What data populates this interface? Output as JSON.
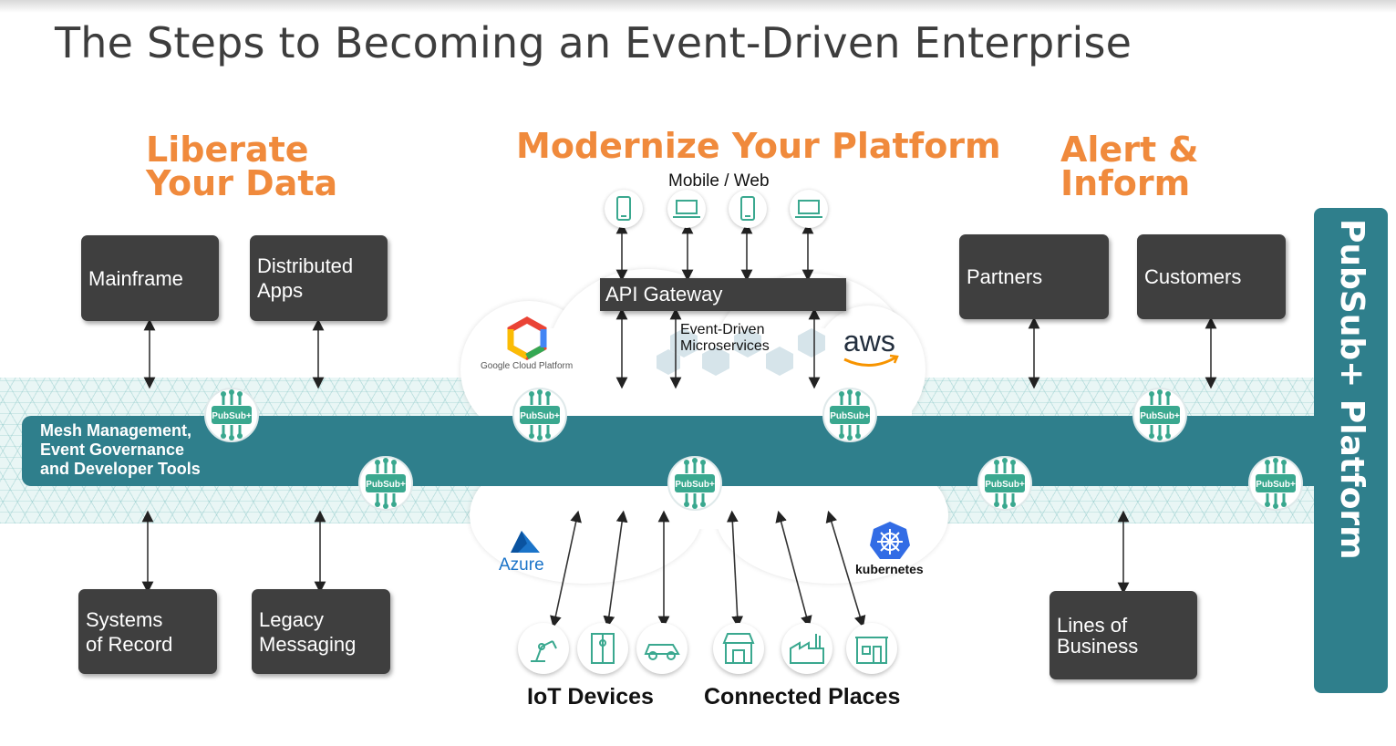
{
  "title": "The Steps to Becoming an Event-Driven Enterprise",
  "headings": {
    "liberate": "Liberate\nYour Data",
    "modernize": "Modernize Your Platform",
    "alert": "Alert &\nInform"
  },
  "boxes": {
    "mainframe": "Mainframe",
    "distributed_apps": "Distributed\nApps",
    "partners": "Partners",
    "customers": "Customers",
    "systems_of_record": "Systems\nof  Record",
    "legacy_messaging": "Legacy\nMessaging",
    "lines_of_business": "Lines of\nBusiness"
  },
  "center": {
    "mobile_web": "Mobile / Web",
    "api_gateway": "API Gateway",
    "event_driven_microservices": "Event-Driven\nMicroservices"
  },
  "clouds": {
    "google": "Google Cloud Platform",
    "aws": "aws",
    "azure": "Azure",
    "kubernetes": "kubernetes"
  },
  "band_text": "Mesh Management,\nEvent Governance\nand Developer Tools",
  "node_label": "PubSub+",
  "platform_label": "PubSub+ Platform",
  "bottom": {
    "iot_devices": "IoT Devices",
    "connected_places": "Connected Places"
  },
  "colors": {
    "accent_orange": "#f08a3c",
    "teal": "#2f7f8c",
    "node_green": "#3aa88f",
    "box_dark": "#3f3f3f"
  },
  "icons": {
    "mobile_web": [
      "phone-icon",
      "laptop-icon",
      "phone-icon",
      "laptop-icon"
    ],
    "iot_devices": [
      "robot-arm-icon",
      "elevator-icon",
      "car-icon"
    ],
    "connected_places": [
      "store-icon",
      "factory-icon",
      "building-icon"
    ]
  }
}
